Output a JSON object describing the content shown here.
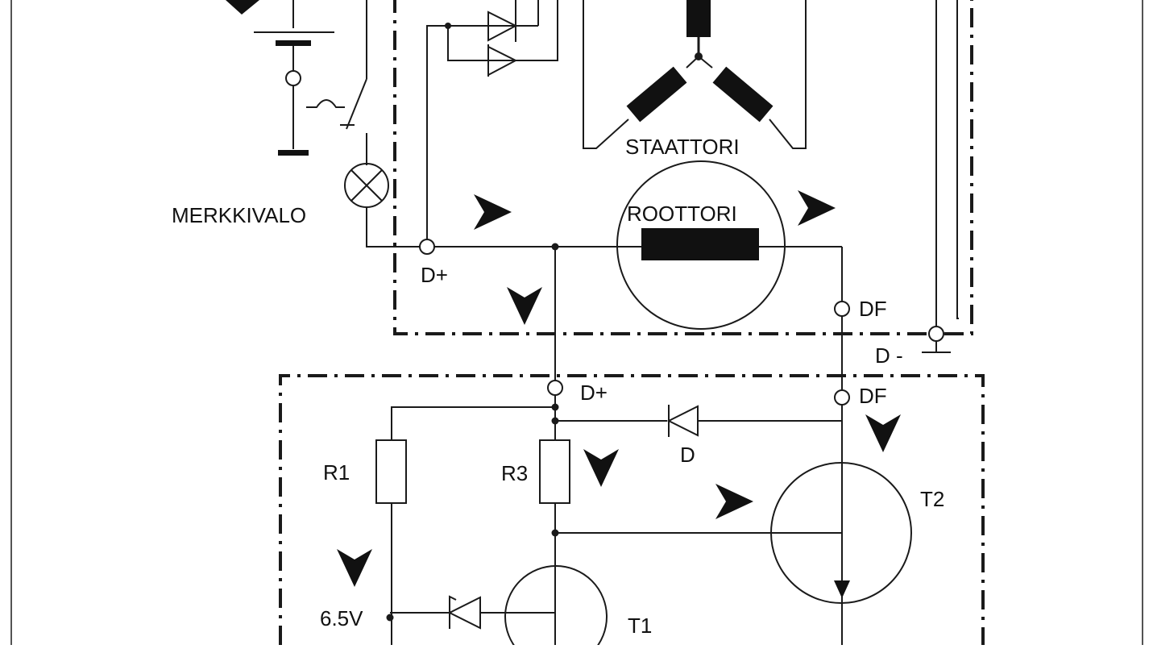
{
  "labels": {
    "stator": "STAATTORI",
    "rotor": "ROOTTORI",
    "warning_lamp": "MERKKIVALO",
    "d_plus_generator": "D+",
    "df_generator": "DF",
    "d_minus": "D -",
    "d_plus_regulator": "D+",
    "df_regulator": "DF",
    "r1": "R1",
    "r3": "R3",
    "diode": "D",
    "t2": "T2",
    "t1": "T1",
    "voltage": "6.5V"
  },
  "colors": {
    "ink": "#1a1a1a",
    "paper": "#ffffff"
  },
  "icons": {
    "current_arrow": "current-flow-arrow-icon",
    "lamp": "lamp-cross-icon",
    "diode": "diode-triangle-icon"
  }
}
